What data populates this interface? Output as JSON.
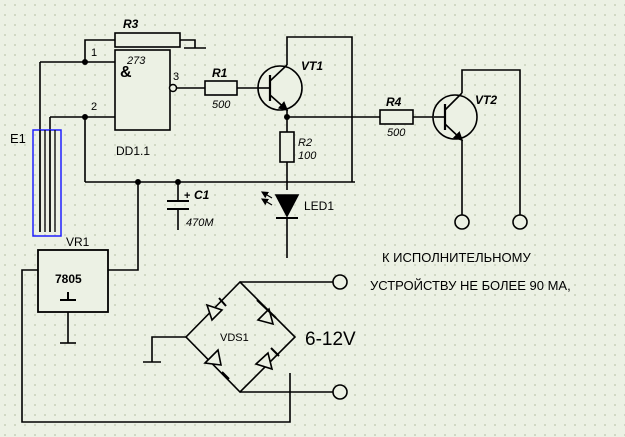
{
  "components": {
    "r3": {
      "ref": "R3",
      "value": "273"
    },
    "r1": {
      "ref": "R1",
      "value": "500"
    },
    "r2": {
      "ref": "R2",
      "value": "100"
    },
    "r4": {
      "ref": "R4",
      "value": "500"
    },
    "c1": {
      "ref": "C1",
      "value": "470M",
      "polarity": "+"
    },
    "dd": {
      "ref": "DD1.1",
      "symbol": "&",
      "pins": [
        "1",
        "2",
        "3"
      ]
    },
    "vt1": {
      "ref": "VT1"
    },
    "vt2": {
      "ref": "VT2"
    },
    "led": {
      "ref": "LED1"
    },
    "e1": {
      "ref": "E1"
    },
    "vr": {
      "ref": "VR1",
      "value": "7805"
    },
    "vds": {
      "ref": "VDS1"
    }
  },
  "supply_label": "6-12V",
  "load_note": [
    "К ИСПОЛНИТЕЛЬНОМУ",
    "УСТРОЙСТВУ НЕ БОЛЕЕ 90 МА,"
  ],
  "colors": {
    "wire": "#000000",
    "background": "#ecf1e4",
    "sensor_outline": "#2020ff"
  }
}
